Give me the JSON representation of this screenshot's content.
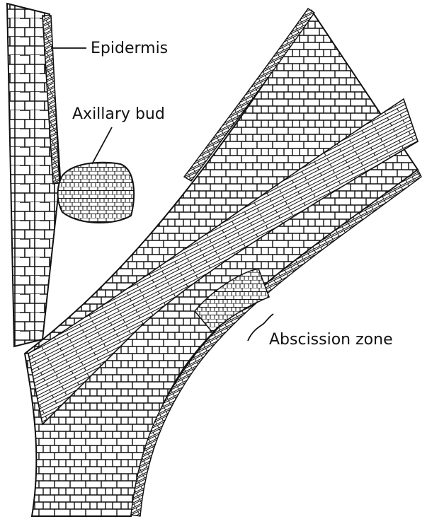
{
  "labels": {
    "epidermis": "Epidermis",
    "axillary_bud": "Axillary bud",
    "abscission_zone": "Abscission zone"
  },
  "colors": {
    "ink": "#111111",
    "background": "#ffffff"
  }
}
